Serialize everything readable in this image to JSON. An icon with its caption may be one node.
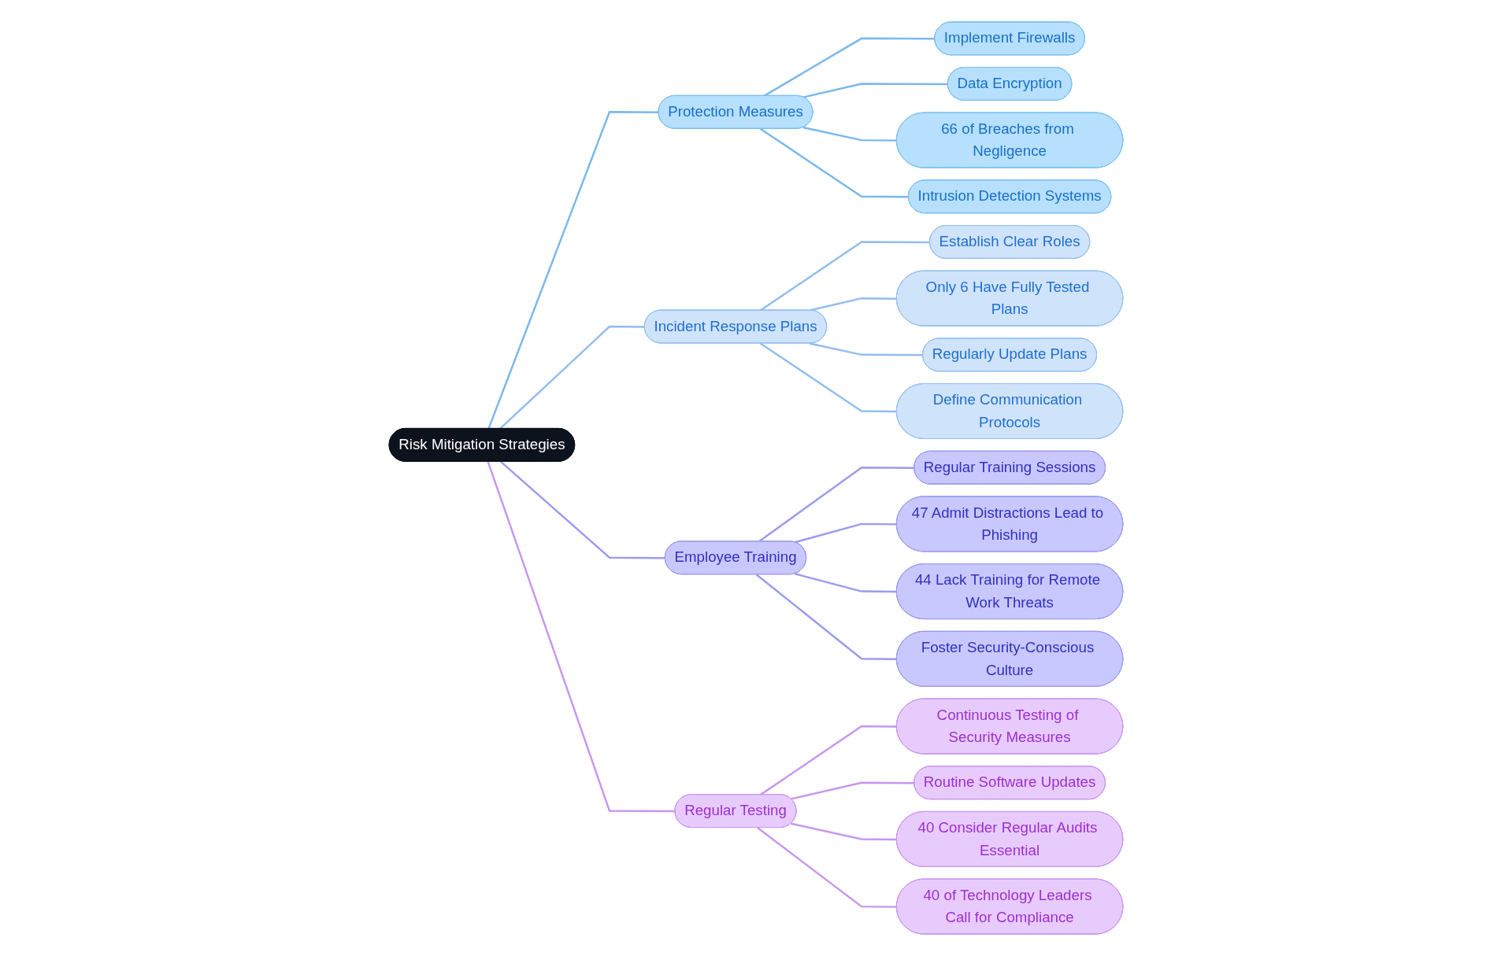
{
  "diagram": {
    "nodes": [
      {
        "text": [
          "Risk Mitigation Strategies"
        ]
      },
      {
        "text": [
          "Protection Measures"
        ]
      },
      {
        "text": [
          "Implement Firewalls"
        ]
      },
      {
        "text": [
          "Data Encryption"
        ]
      },
      {
        "text": [
          "66 of Breaches from Negligence"
        ]
      },
      {
        "text": [
          "Intrusion Detection Systems"
        ]
      },
      {
        "text": [
          "Incident Response Plans"
        ]
      },
      {
        "text": [
          "Establish Clear Roles"
        ]
      },
      {
        "text": [
          "Only 6 Have Fully Tested Plans"
        ]
      },
      {
        "text": [
          "Regularly Update Plans"
        ]
      },
      {
        "text": [
          "Define Communication Protocols"
        ]
      },
      {
        "text": [
          "Employee Training"
        ]
      },
      {
        "text": [
          "Regular Training Sessions"
        ]
      },
      {
        "text": [
          "47 Admit Distractions Lead to Phishing"
        ]
      },
      {
        "text": [
          "44 Lack Training for Remote Work Threats"
        ]
      },
      {
        "text": [
          "Foster Security-Conscious Culture"
        ]
      },
      {
        "text": [
          "Regular Testing"
        ]
      },
      {
        "text": [
          "Continuous Testing of Security Measures"
        ]
      },
      {
        "text": [
          "Routine Software Updates"
        ]
      },
      {
        "text": [
          "40 Consider Regular Audits Essential"
        ]
      },
      {
        "text": [
          "40 of Technology Leaders Call for Compliance"
        ]
      }
    ],
    "edges": [
      {
        "from": 0,
        "to": 1,
        "arrow": "none",
        "color": "#7ab8ec"
      },
      {
        "from": 1,
        "to": 2,
        "arrow": "none",
        "color": "#7ab8ec"
      },
      {
        "from": 1,
        "to": 3,
        "arrow": "none",
        "color": "#7ab8ec"
      },
      {
        "from": 1,
        "to": 4,
        "arrow": "none",
        "color": "#7ab8ec"
      },
      {
        "from": 1,
        "to": 5,
        "arrow": "none",
        "color": "#7ab8ec"
      },
      {
        "from": 0,
        "to": 6,
        "arrow": "none",
        "color": "#93bdee"
      },
      {
        "from": 6,
        "to": 7,
        "arrow": "none",
        "color": "#93bdee"
      },
      {
        "from": 6,
        "to": 8,
        "arrow": "none",
        "color": "#93bdee"
      },
      {
        "from": 6,
        "to": 9,
        "arrow": "none",
        "color": "#93bdee"
      },
      {
        "from": 6,
        "to": 10,
        "arrow": "none",
        "color": "#93bdee"
      },
      {
        "from": 0,
        "to": 11,
        "arrow": "none",
        "color": "#9b9bf0"
      },
      {
        "from": 11,
        "to": 12,
        "arrow": "none",
        "color": "#9b9bf0"
      },
      {
        "from": 11,
        "to": 13,
        "arrow": "none",
        "color": "#9b9bf0"
      },
      {
        "from": 11,
        "to": 14,
        "arrow": "none",
        "color": "#9b9bf0"
      },
      {
        "from": 11,
        "to": 15,
        "arrow": "none",
        "color": "#9b9bf0"
      },
      {
        "from": 0,
        "to": 16,
        "arrow": "none",
        "color": "#c896f0"
      },
      {
        "from": 16,
        "to": 17,
        "arrow": "none",
        "color": "#c896f0"
      },
      {
        "from": 16,
        "to": 18,
        "arrow": "none",
        "color": "#c896f0"
      },
      {
        "from": 16,
        "to": 19,
        "arrow": "none",
        "color": "#c896f0"
      },
      {
        "from": 16,
        "to": 20,
        "arrow": "none",
        "color": "#c896f0"
      }
    ]
  }
}
